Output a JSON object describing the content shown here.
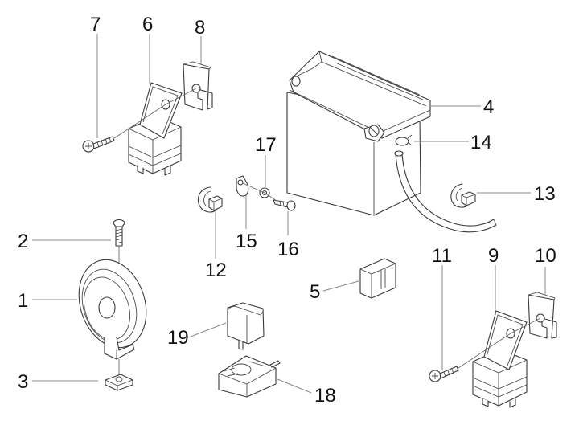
{
  "diagram": {
    "type": "exploded-parts-diagram",
    "subject": "Electrical components: battery, horn, relays and mounting hardware",
    "callouts": [
      {
        "id": "1",
        "label": "1",
        "part": "horn"
      },
      {
        "id": "2",
        "label": "2",
        "part": "horn-bolt"
      },
      {
        "id": "3",
        "label": "3",
        "part": "horn-nut-plate"
      },
      {
        "id": "4",
        "label": "4",
        "part": "battery"
      },
      {
        "id": "5",
        "label": "5",
        "part": "rubber-block"
      },
      {
        "id": "6",
        "label": "6",
        "part": "relay-upper"
      },
      {
        "id": "7",
        "label": "7",
        "part": "screw-upper"
      },
      {
        "id": "8",
        "label": "8",
        "part": "clip-nut-upper"
      },
      {
        "id": "9",
        "label": "9",
        "part": "relay-lower"
      },
      {
        "id": "10",
        "label": "10",
        "part": "clip-nut-lower"
      },
      {
        "id": "11",
        "label": "11",
        "part": "screw-lower"
      },
      {
        "id": "12",
        "label": "12",
        "part": "cable-clip-left"
      },
      {
        "id": "13",
        "label": "13",
        "part": "cable-clip-right"
      },
      {
        "id": "14",
        "label": "14",
        "part": "hose-clamp"
      },
      {
        "id": "15",
        "label": "15",
        "part": "p-clip"
      },
      {
        "id": "16",
        "label": "16",
        "part": "self-tapping-screw"
      },
      {
        "id": "17",
        "label": "17",
        "part": "washer"
      },
      {
        "id": "18",
        "label": "18",
        "part": "relay-socket"
      },
      {
        "id": "19",
        "label": "19",
        "part": "flasher-relay"
      }
    ]
  }
}
